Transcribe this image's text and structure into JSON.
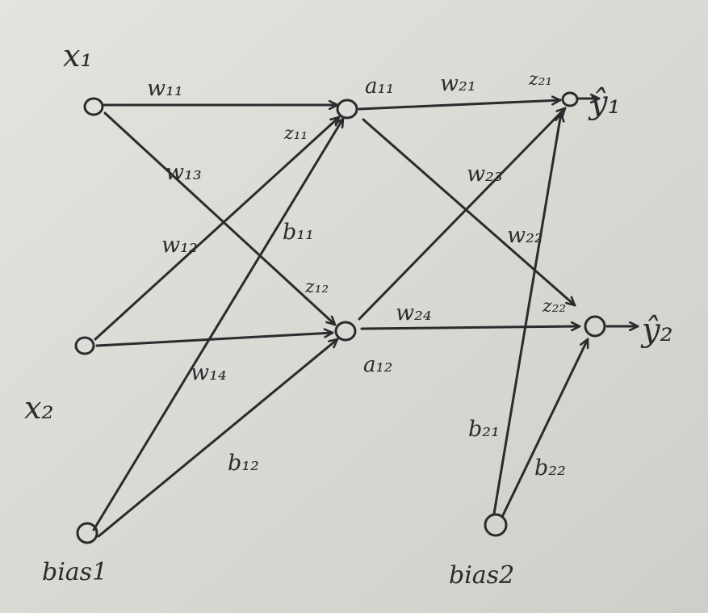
{
  "diagram": {
    "inputs": {
      "x1": {
        "label": "x₁"
      },
      "x2": {
        "label": "x₂"
      },
      "bias1": {
        "label": "bias1"
      }
    },
    "hidden": {
      "h1": {
        "activation_label": "a₁₁",
        "z_label": "z₁₁"
      },
      "h2": {
        "activation_label": "a₁₂",
        "z_label": "z₁₂"
      },
      "bias2": {
        "label": "bias2"
      }
    },
    "outputs": {
      "o1": {
        "label": "ŷ₁",
        "z_label": "z₂₁"
      },
      "o2": {
        "label": "ŷ₂",
        "z_label": "z₂₂"
      }
    },
    "weights": {
      "w11": "w₁₁",
      "w12": "w₁₂",
      "w13": "w₁₃",
      "w14": "w₁₄",
      "b11": "b₁₁",
      "b12": "b₁₂",
      "w21": "w₂₁",
      "w22": "w₂₂",
      "w23": "w₂₃",
      "w24": "w₂₄",
      "b21": "b₂₁",
      "b22": "b₂₂"
    }
  }
}
